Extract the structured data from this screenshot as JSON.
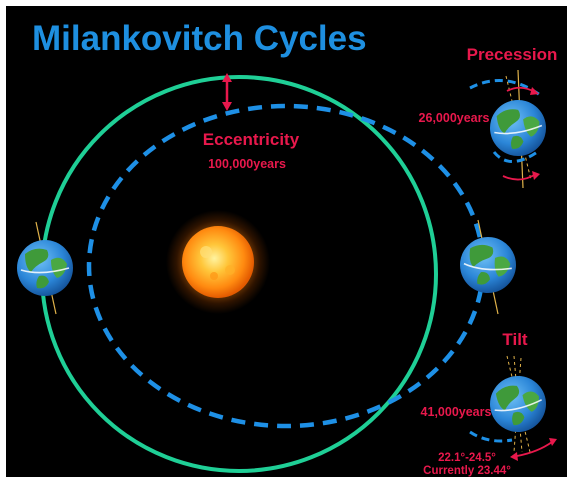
{
  "title": "Milankovitch Cycles",
  "eccentricity": {
    "label": "Eccentricity",
    "period": "100,000years"
  },
  "precession": {
    "label": "Precession",
    "period": "26,000years"
  },
  "tilt": {
    "label": "Tilt",
    "period": "41,000years",
    "range": "22.1°-24.5°",
    "current": "Currently 23.44°"
  },
  "colors": {
    "background": "#000000",
    "title": "#1e8fe0",
    "labels": "#e8184c",
    "solid_orbit": "#1fcf96",
    "dashed_orbit": "#1e90e6",
    "sun": "#ff9a18",
    "earth_ocean": "#2b86d8",
    "earth_land": "#3f9a3a"
  },
  "icons": [
    "sun-icon",
    "earth-icon",
    "double-arrow-icon",
    "rotation-arrow-icon"
  ]
}
